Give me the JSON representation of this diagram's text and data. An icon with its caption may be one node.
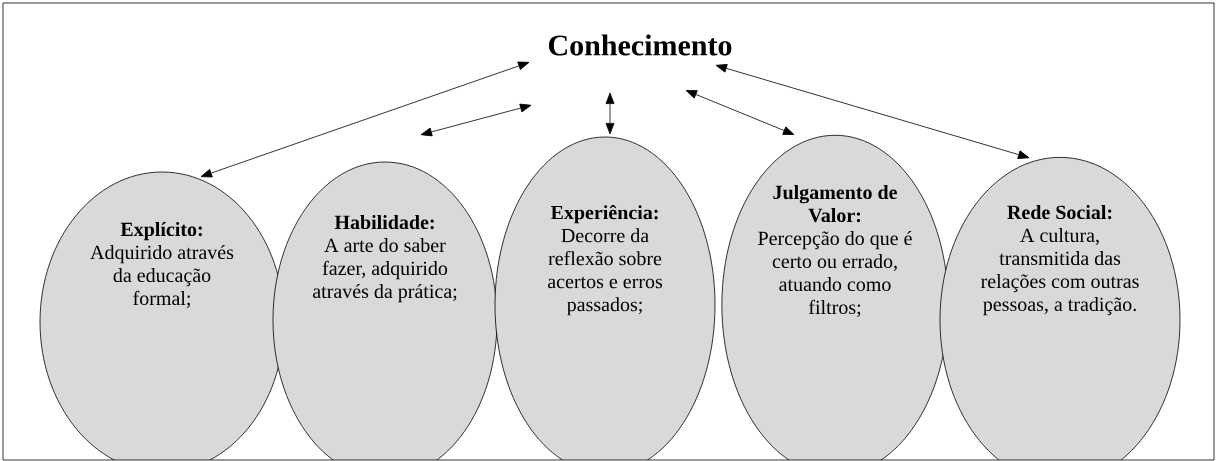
{
  "diagram": {
    "nodes": [
      {
        "text": [
          "Conhecimento"
        ]
      },
      {
        "text": [
          "Explícito:",
          "Adquirido através da educação formal;"
        ]
      },
      {
        "text": [
          "Habilidade:",
          "A arte do saber fazer, adquirido através da prática;"
        ]
      },
      {
        "text": [
          "Experiência:",
          "Decorre da reflexão sobre acertos e erros passados;"
        ]
      },
      {
        "text": [
          "Julgamento de Valor:",
          "Percepção do que é certo ou errado, atuando como filtros;"
        ]
      },
      {
        "text": [
          "Rede Social:",
          "A cultura, transmitida das relações com outras pessoas, a tradição."
        ]
      }
    ],
    "edges": [
      {
        "from": 0,
        "to": 1,
        "arrow": "both"
      },
      {
        "from": 0,
        "to": 2,
        "arrow": "both"
      },
      {
        "from": 0,
        "to": 3,
        "arrow": "both"
      },
      {
        "from": 0,
        "to": 4,
        "arrow": "both"
      },
      {
        "from": 0,
        "to": 5,
        "arrow": "both"
      }
    ]
  }
}
